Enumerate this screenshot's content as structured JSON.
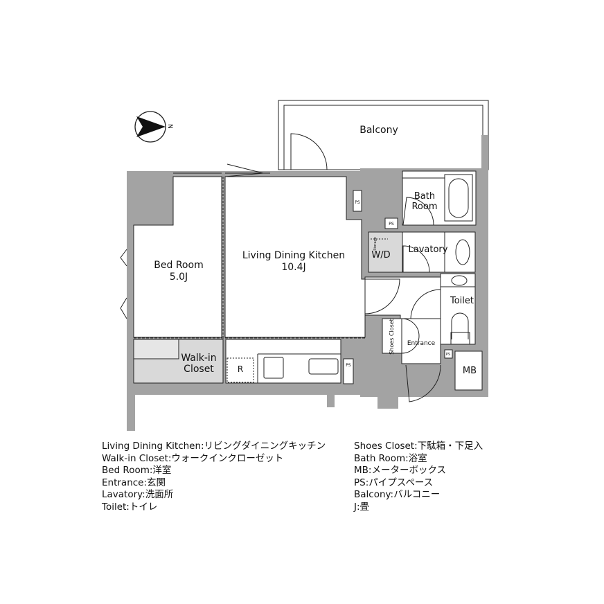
{
  "compass": {
    "label": "N"
  },
  "rooms": {
    "balcony": "Balcony",
    "bedroom": {
      "name": "Bed Room",
      "size": "5.0J"
    },
    "ldk": {
      "name": "Living Dining Kitchen",
      "size": "10.4J"
    },
    "walkin": {
      "line1": "Walk-in",
      "line2": "Closet"
    },
    "bath": {
      "line1": "Bath",
      "line2": "Room"
    },
    "lavatory": "Lavatory",
    "wd": "W/D",
    "storage": "Storage",
    "toilet": "Toilet",
    "shoes": "Shoes Closet",
    "entrance": "Entrance",
    "mb": "MB",
    "ps": "PS",
    "fridge": "R"
  },
  "legend": {
    "left": [
      "Living Dining Kitchen:リビングダイニングキッチン",
      "Walk-in Closet:ウォークインクローゼット",
      "Bed Room:洋室",
      "Entrance:玄関",
      "Lavatory:洗面所",
      "Toilet:トイレ"
    ],
    "right": [
      "Shoes Closet:下駄箱・下足入",
      "Bath Room:浴室",
      "MB:メーターボックス",
      "PS:パイプスペース",
      "Balcony:バルコニー",
      "J:畳"
    ]
  },
  "colors": {
    "wall": "#a3a3a3",
    "storage_fill": "#d9d9d9",
    "line": "#222222"
  }
}
